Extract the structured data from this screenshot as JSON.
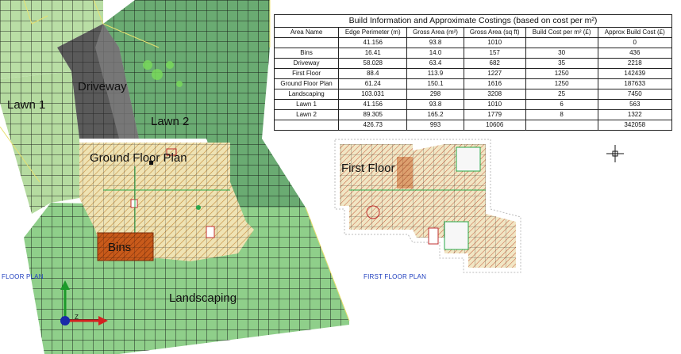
{
  "table": {
    "title": "Build Information and Approximate Costings (based on cost per m²)",
    "headers": [
      "Area Name",
      "Edge Perimeter (m)",
      "Gross Area (m²)",
      "Gross Area (sq ft)",
      "Build Cost per m² (£)",
      "Approx Build Cost (£)"
    ],
    "rows": [
      [
        "",
        "41.156",
        "93.8",
        "1010",
        "",
        "0"
      ],
      [
        "Bins",
        "16.41",
        "14.0",
        "157",
        "30",
        "436"
      ],
      [
        "Driveway",
        "58.028",
        "63.4",
        "682",
        "35",
        "2218"
      ],
      [
        "First Floor",
        "88.4",
        "113.9",
        "1227",
        "1250",
        "142439"
      ],
      [
        "Ground Floor Plan",
        "61.24",
        "150.1",
        "1616",
        "1250",
        "187633"
      ],
      [
        "Landscaping",
        "103.031",
        "298",
        "3208",
        "25",
        "7450"
      ],
      [
        "Lawn 1",
        "41.156",
        "93.8",
        "1010",
        "6",
        "563"
      ],
      [
        "Lawn 2",
        "89.305",
        "165.2",
        "1779",
        "8",
        "1322"
      ],
      [
        "",
        "426.73",
        "993",
        "10606",
        "",
        "342058"
      ]
    ]
  },
  "regions": {
    "lawn1": "Lawn 1",
    "driveway": "Driveway",
    "lawn2": "Lawn 2",
    "ground_floor": "Ground Floor Plan",
    "bins": "Bins",
    "landscaping": "Landscaping",
    "first_floor": "First Floor"
  },
  "captions": {
    "floor_plan": "FLOOR PLAN",
    "first_floor_plan": "FIRST FLOOR PLAN"
  },
  "axis": {
    "z_label": "Z"
  },
  "colors": {
    "lawn": "#b7d9a3",
    "lawn_dark": "#5fa06a",
    "driveway": "#6e6e6e",
    "bins": "#c06020",
    "floor_hatch": "#e8d8a0",
    "grid": "#1a1a1a",
    "caption": "#1f3fbf"
  }
}
